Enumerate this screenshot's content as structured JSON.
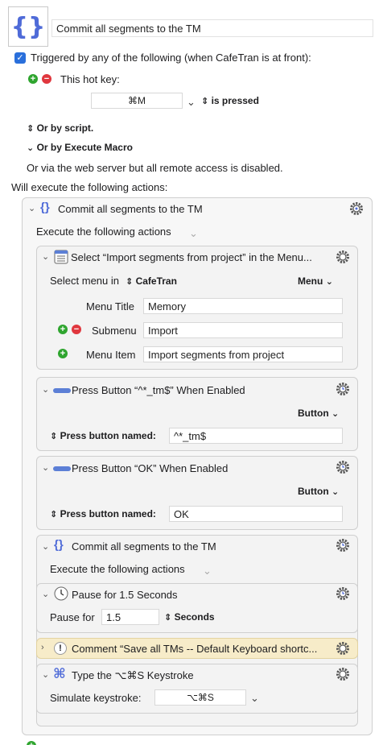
{
  "macro": {
    "name": "Commit all segments to the TM",
    "trigger_checkbox_label": "Triggered by any of the following (when CafeTran is at front):",
    "hotkey_label": "This hot key:",
    "hotkey_value": "⌘M",
    "hotkey_state": "is pressed",
    "or_by_script": "Or by script.",
    "or_by_execute_macro": "Or by Execute Macro",
    "web_server_note": "Or via the web server but all remote access is disabled.",
    "will_execute": "Will execute the following actions:"
  },
  "group": {
    "title": "Commit all segments to the TM",
    "execute_label": "Execute the following actions"
  },
  "select_menu": {
    "title": "Select “Import segments from project” in the Menu...",
    "select_menu_in": "Select menu in",
    "app": "CafeTran",
    "menu_popup": "Menu",
    "menu_title_label": "Menu Title",
    "menu_title_value": "Memory",
    "submenu_label": "Submenu",
    "submenu_value": "Import",
    "menu_item_label": "Menu Item",
    "menu_item_value": "Import segments from project"
  },
  "press1": {
    "title": "Press Button “^*_tm$” When Enabled",
    "popup": "Button",
    "named_label": "Press button named:",
    "named_value": "^*_tm$"
  },
  "press2": {
    "title": "Press Button “OK” When Enabled",
    "popup": "Button",
    "named_label": "Press button named:",
    "named_value": "OK"
  },
  "group2": {
    "title": "Commit all segments to the TM",
    "execute_label": "Execute the following actions"
  },
  "pause": {
    "title": "Pause for 1.5 Seconds",
    "pause_for_label": "Pause for",
    "value": "1.5",
    "unit": "Seconds"
  },
  "comment": {
    "title": "Comment “Save all TMs -- Default Keyboard shortc..."
  },
  "keystroke": {
    "title": "Type the ⌥⌘S Keystroke",
    "simulate_label": "Simulate keystroke:",
    "value": "⌥⌘S"
  },
  "colors": {
    "accent": "#2a6fdb",
    "group_icon": "#4f6bd8",
    "plus": "#2fa52f",
    "minus": "#e0373e",
    "comment_bg": "#f7ecc9"
  }
}
